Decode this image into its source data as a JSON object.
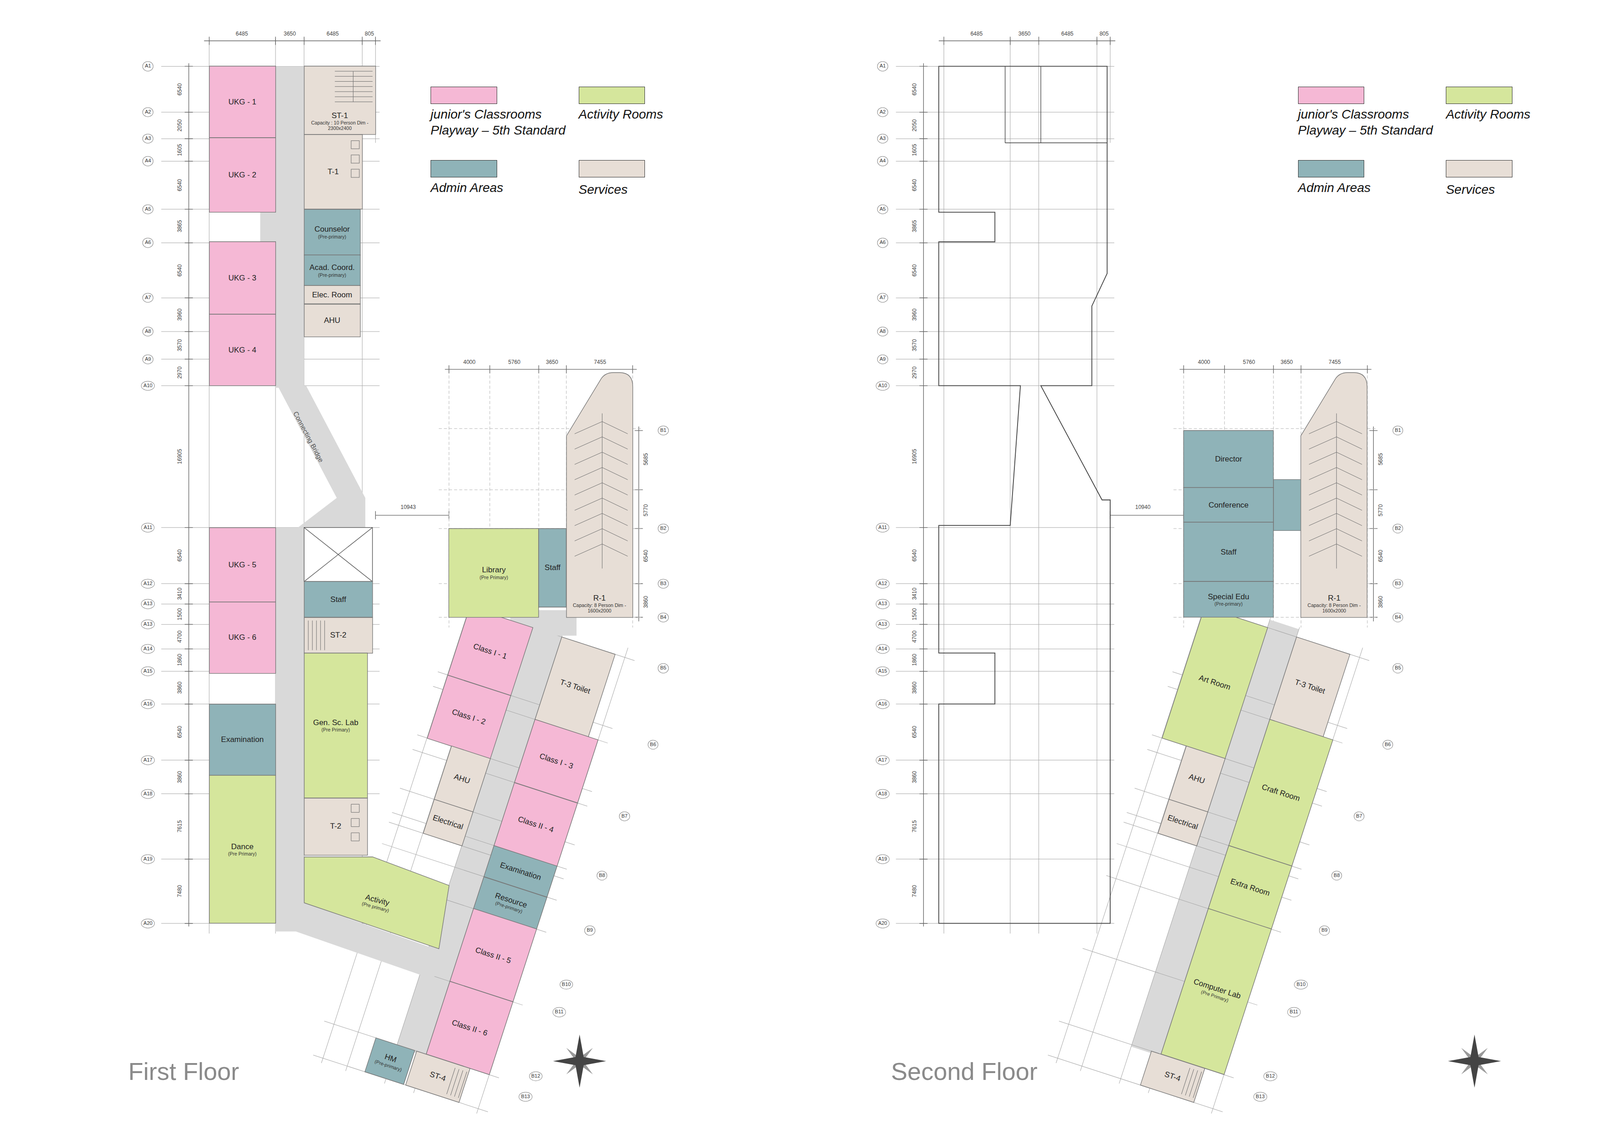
{
  "diagram": {
    "nodes": [
      {
        "text": [
          "UKG - 1"
        ]
      },
      {
        "text": [
          "ST-1",
          "Capacity : 10 Person Dim - 2300x2400"
        ]
      },
      {
        "text": [
          "T-1"
        ]
      },
      {
        "text": [
          "UKG - 2"
        ]
      },
      {
        "text": [
          "Counselor",
          "(Pre-primary)"
        ]
      },
      {
        "text": [
          "Acad. Coord.",
          "(Pre-primary)"
        ]
      },
      {
        "text": [
          "UKG - 3"
        ]
      },
      {
        "text": [
          "Elec. Room"
        ]
      },
      {
        "text": [
          "AHU"
        ]
      },
      {
        "text": [
          "UKG - 4"
        ]
      },
      {
        "text": [
          "UKG - 5"
        ]
      },
      {
        "text": [
          "Staff"
        ]
      },
      {
        "text": [
          "UKG - 6"
        ]
      },
      {
        "text": [
          "ST-2"
        ]
      },
      {
        "text": [
          "Examination"
        ]
      },
      {
        "text": [
          "Gen. Sc. Lab",
          "(Pre Primary)"
        ]
      },
      {
        "text": [
          "T-2"
        ]
      },
      {
        "text": [
          "Dance",
          "(Pre Primary)"
        ]
      },
      {
        "text": [
          "Activity",
          "(Pre primary)"
        ]
      },
      {
        "text": [
          "Library",
          "(Pre Primary)"
        ]
      },
      {
        "text": [
          "Staff"
        ]
      },
      {
        "text": [
          "R-1",
          "Capacity: 8 Person Dim - 1600x2000"
        ]
      },
      {
        "text": [
          "Class I - 1"
        ]
      },
      {
        "text": [
          "T-3 Toilet"
        ]
      },
      {
        "text": [
          "Class I - 2"
        ]
      },
      {
        "text": [
          "Class I - 3"
        ]
      },
      {
        "text": [
          "AHU"
        ]
      },
      {
        "text": [
          "Electrical"
        ]
      },
      {
        "text": [
          "Class II - 4"
        ]
      },
      {
        "text": [
          "Examination"
        ]
      },
      {
        "text": [
          "Resource",
          "(Pre-primary)"
        ]
      },
      {
        "text": [
          "Class II - 5"
        ]
      },
      {
        "text": [
          "Class II - 6"
        ]
      },
      {
        "text": [
          "HM",
          "(Pre-primary)"
        ]
      },
      {
        "text": [
          "ST-4"
        ]
      },
      {
        "text": [
          "Director"
        ]
      },
      {
        "text": [
          "Conference"
        ]
      },
      {
        "text": [
          "Staff"
        ]
      },
      {
        "text": [
          "Special Edu",
          "(Pre-primary)"
        ]
      },
      {
        "text": [
          "R-1",
          "Capacity: 8 Person Dim - 1600x2000"
        ]
      },
      {
        "text": [
          "T-3 Toilet"
        ]
      },
      {
        "text": [
          "Art Room"
        ]
      },
      {
        "text": [
          "AHU"
        ]
      },
      {
        "text": [
          "Electrical"
        ]
      },
      {
        "text": [
          "Craft Room"
        ]
      },
      {
        "text": [
          "Extra Room"
        ]
      },
      {
        "text": [
          "Computer Lab",
          "(Pre Primary)"
        ]
      },
      {
        "text": [
          "ST-4"
        ]
      }
    ],
    "labels": [
      "First Floor",
      "6485",
      "3650",
      "6485",
      "805",
      "A1",
      "A2",
      "A3",
      "A4",
      "A5",
      "A6",
      "A7",
      "A8",
      "A9",
      "A10",
      "A11",
      "A12",
      "A13",
      "A13",
      "A14",
      "A15",
      "A16",
      "A17",
      "A18",
      "A19",
      "A20",
      "6540",
      "2050",
      "1605",
      "6540",
      "3865",
      "6540",
      "3960",
      "3570",
      "2970",
      "16905",
      "6540",
      "3410",
      "1500",
      "4700",
      "1860",
      "3860",
      "6540",
      "3860",
      "7615",
      "7480",
      "4000",
      "5760",
      "3650",
      "7455",
      "5685",
      "5770",
      "6540",
      "3860",
      "B1",
      "B2",
      "B3",
      "B4",
      "B5",
      "B6",
      "B7",
      "B8",
      "B9",
      "B10",
      "B11",
      "B12",
      "B13",
      "10943",
      "Connecting Bridge",
      "Second Floor",
      "6485",
      "3650",
      "6485",
      "805",
      "A1",
      "A2",
      "A3",
      "A4",
      "A5",
      "A6",
      "A7",
      "A8",
      "A9",
      "A10",
      "A11",
      "A12",
      "A13",
      "A13",
      "A14",
      "A15",
      "A16",
      "A17",
      "A18",
      "A19",
      "A20",
      "6540",
      "2050",
      "1605",
      "6540",
      "3865",
      "6540",
      "3960",
      "3570",
      "2970",
      "16905",
      "6540",
      "3410",
      "1500",
      "4700",
      "1860",
      "3860",
      "6540",
      "3860",
      "7615",
      "7480",
      "4000",
      "5760",
      "3650",
      "7455",
      "5685",
      "5770",
      "6540",
      "3860",
      "B1",
      "B2",
      "B3",
      "B4",
      "B5",
      "B6",
      "B7",
      "B8",
      "B9",
      "B10",
      "B11",
      "B12",
      "B13",
      "10940"
    ],
    "legend": [
      {
        "text": "junior's Classrooms Playway – 5th Standard",
        "color": "#f5b8d5"
      },
      {
        "text": "Activity Rooms",
        "color": "#d5e69c"
      },
      {
        "text": "Admin Areas",
        "color": "#8fb3b8"
      },
      {
        "text": "Services",
        "color": "#e7ded6"
      },
      {
        "text": "junior's Classrooms Playway – 5th Standard",
        "color": "#f5b8d5"
      },
      {
        "text": "Activity Rooms",
        "color": "#d5e69c"
      },
      {
        "text": "Admin Areas",
        "color": "#8fb3b8"
      },
      {
        "text": "Services",
        "color": "#e7ded6"
      }
    ]
  }
}
